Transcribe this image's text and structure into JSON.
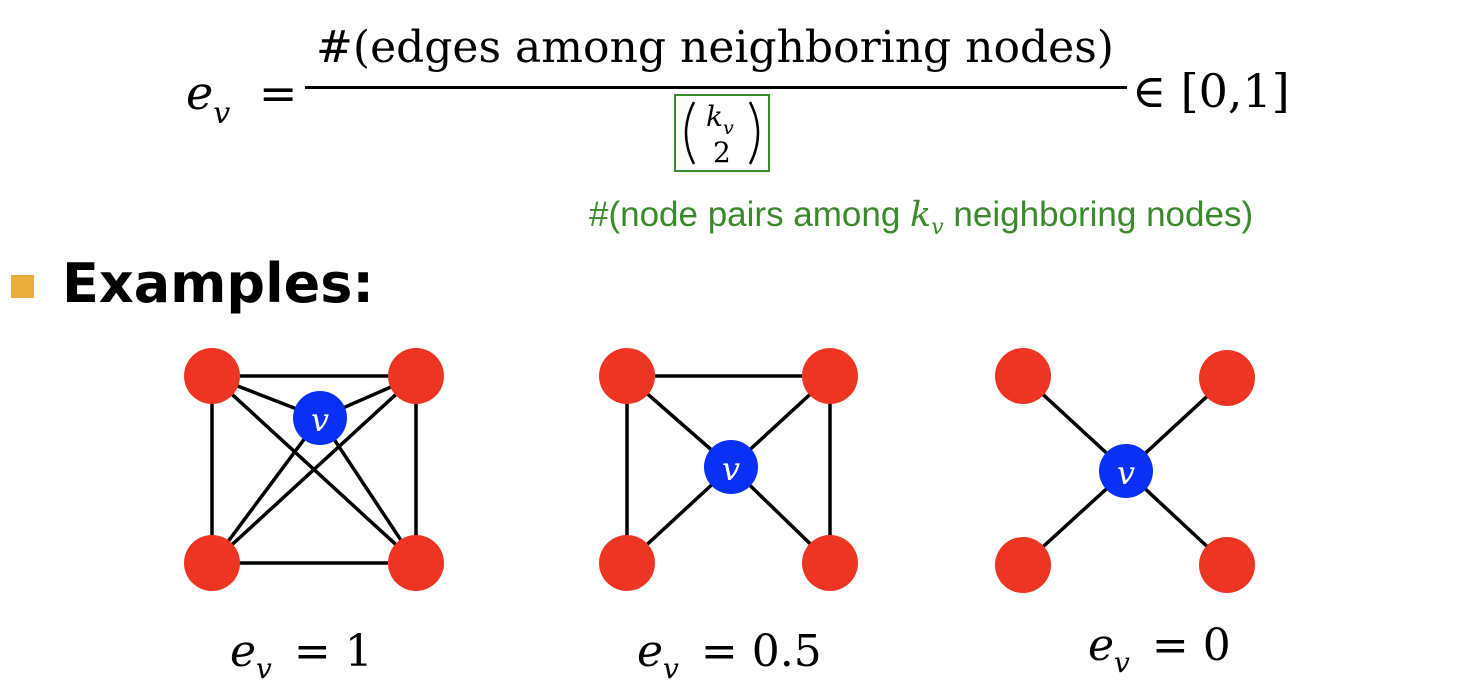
{
  "formula": {
    "lhs_symbol": "e",
    "lhs_subscript": "v",
    "equals": "=",
    "numerator": "#(edges among neighboring nodes)",
    "binom_top": "k",
    "binom_top_sub": "v",
    "binom_bottom": "2",
    "membership": "∈ [0,1]"
  },
  "annotation": {
    "prefix": "#(node pairs among ",
    "symbol": "k",
    "symbol_sub": "v",
    "suffix": " neighboring nodes)"
  },
  "examples": {
    "heading": "Examples:",
    "center_node_label": "v",
    "graphs": [
      {
        "result_symbol": "e",
        "result_sub": "v",
        "result_value": "= 1"
      },
      {
        "result_symbol": "e",
        "result_sub": "v",
        "result_value": "= 0.5"
      },
      {
        "result_symbol": "e",
        "result_sub": "v",
        "result_value": "= 0"
      }
    ]
  },
  "colors": {
    "neighbor_node": "#ee3524",
    "center_node": "#0a2ff5",
    "edge": "#000000",
    "annotation_green": "#3a8a2c",
    "bullet": "#e8ad3b"
  }
}
